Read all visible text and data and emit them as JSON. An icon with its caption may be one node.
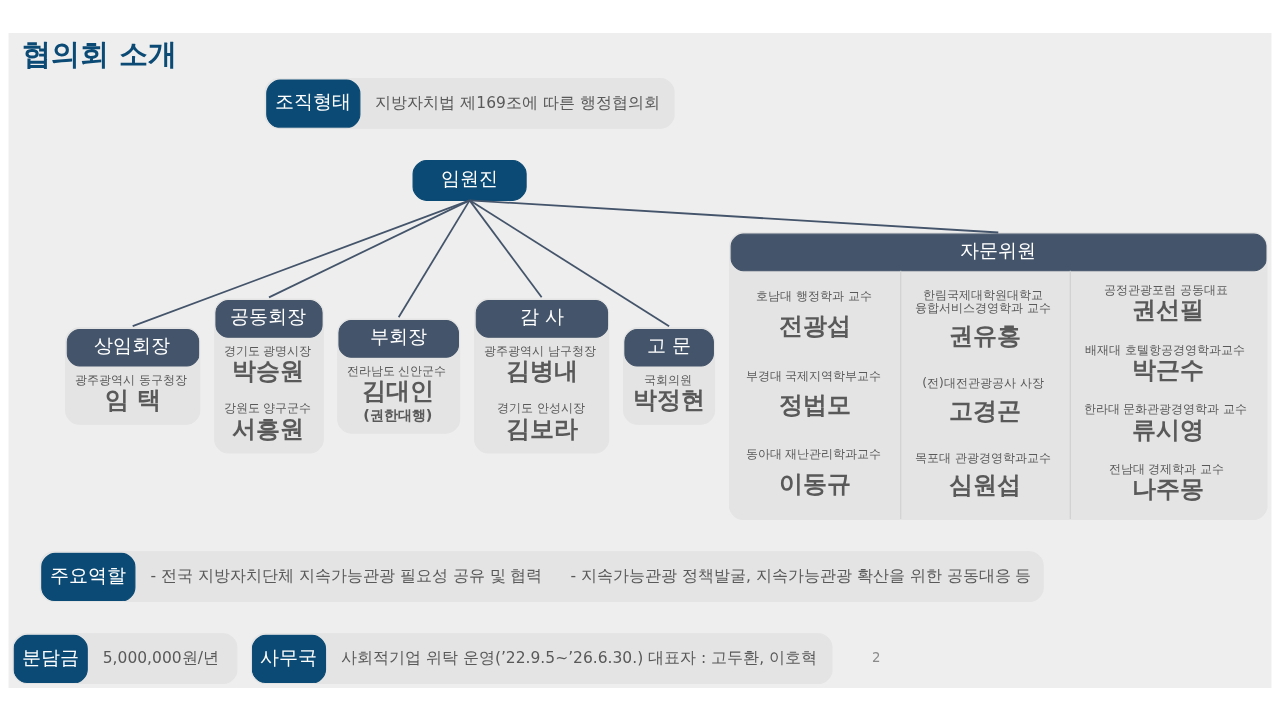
{
  "diagram": {
    "title": "협의회 소개",
    "nodes": [
      {
        "text": [
          "조직형태",
          "지방자치법 제169조에 따른 행정협의회"
        ]
      },
      {
        "text": [
          "임원진"
        ]
      },
      {
        "text": [
          "상임회장",
          "광주광역시 동구청장",
          "임 택"
        ]
      },
      {
        "text": [
          "공동회장",
          "경기도 광명시장",
          "박승원",
          "강원도 양구군수",
          "서흥원"
        ]
      },
      {
        "text": [
          "부회장",
          "전라남도 신안군수",
          "김대인",
          "(권한대행)"
        ]
      },
      {
        "text": [
          "감 사",
          "광주광역시 남구청장",
          "김병내",
          "경기도 안성시장",
          "김보라"
        ]
      },
      {
        "text": [
          "고 문",
          "국회의원",
          "박정현"
        ]
      },
      {
        "text": [
          "자문위원",
          "호남대 행정학과 교수",
          "전광섭",
          "부경대 국제지역학부교수",
          "정법모",
          "동아대 재난관리학과교수",
          "이동규",
          "한림국제대학원대학교 융합서비스경영학과 교수",
          "권유홍",
          "(전)대전관광공사 사장",
          "고경곤",
          "목포대 관광경영학과교수",
          "심원섭",
          "공정관광포럼 공동대표",
          "권선필",
          "배재대 호텔항공경영학과교수",
          "박근수",
          "한라대 문화관광경영학과 교수",
          "류시영",
          "전남대 경제학과 교수",
          "나주몽"
        ]
      },
      {
        "text": [
          "주요역할",
          "- 전국 지방자치단체 지속가능관광 필요성 공유 및 협력",
          "- 지속가능관광 정책발굴, 지속가능관광 확산을 위한 공동대응 등"
        ]
      },
      {
        "text": [
          "분담금",
          "5,000,000원/년"
        ]
      },
      {
        "text": [
          "사무국",
          "사회적기업 위탁 운영(’22.9.5~’26.6.30.) 대표자 : 고두환, 이호혁"
        ]
      }
    ],
    "edges": [
      {
        "from": 1,
        "to": 2,
        "arrow": "none"
      },
      {
        "from": 1,
        "to": 3,
        "arrow": "none"
      },
      {
        "from": 1,
        "to": 4,
        "arrow": "none"
      },
      {
        "from": 1,
        "to": 5,
        "arrow": "none"
      },
      {
        "from": 1,
        "to": 6,
        "arrow": "none"
      },
      {
        "from": 1,
        "to": 7,
        "arrow": "none"
      }
    ],
    "labels": [
      "2"
    ]
  }
}
